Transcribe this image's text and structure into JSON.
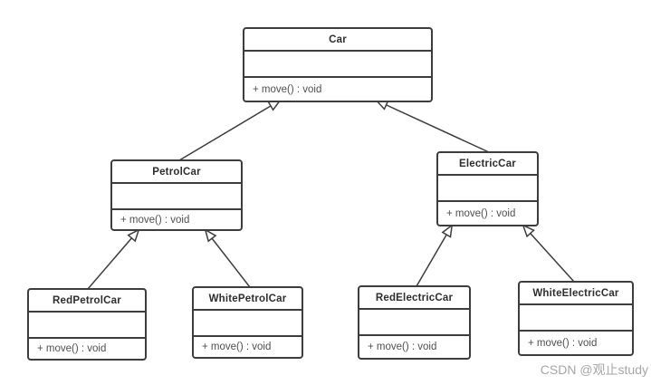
{
  "diagram": {
    "classes": [
      {
        "name": "Car",
        "attributes": [],
        "operations": [
          "+ move() : void"
        ]
      },
      {
        "name": "PetrolCar",
        "attributes": [],
        "operations": [
          "+ move() : void"
        ]
      },
      {
        "name": "ElectricCar",
        "attributes": [],
        "operations": [
          "+ move() : void"
        ]
      },
      {
        "name": "RedPetrolCar",
        "attributes": [],
        "operations": [
          "+ move() : void"
        ]
      },
      {
        "name": "WhitePetrolCar",
        "attributes": [],
        "operations": [
          "+ move() : void"
        ]
      },
      {
        "name": "RedElectricCar",
        "attributes": [],
        "operations": [
          "+ move() : void"
        ]
      },
      {
        "name": "WhiteElectricCar",
        "attributes": [],
        "operations": [
          "+ move() : void"
        ]
      }
    ],
    "relations": [
      {
        "from": "PetrolCar",
        "to": "Car",
        "type": "generalization"
      },
      {
        "from": "ElectricCar",
        "to": "Car",
        "type": "generalization"
      },
      {
        "from": "RedPetrolCar",
        "to": "PetrolCar",
        "type": "generalization"
      },
      {
        "from": "WhitePetrolCar",
        "to": "PetrolCar",
        "type": "generalization"
      },
      {
        "from": "RedElectricCar",
        "to": "ElectricCar",
        "type": "generalization"
      },
      {
        "from": "WhiteElectricCar",
        "to": "ElectricCar",
        "type": "generalization"
      }
    ]
  },
  "watermark": {
    "text": "CSDN @观止study"
  },
  "colors": {
    "background": "#ffffff",
    "box_border": "#3d3d3d",
    "class_name_text": "#2e2e2e",
    "operation_text": "#4f4f4f",
    "connector": "#3d3d3d",
    "watermark_text": "#a6a6a6"
  }
}
